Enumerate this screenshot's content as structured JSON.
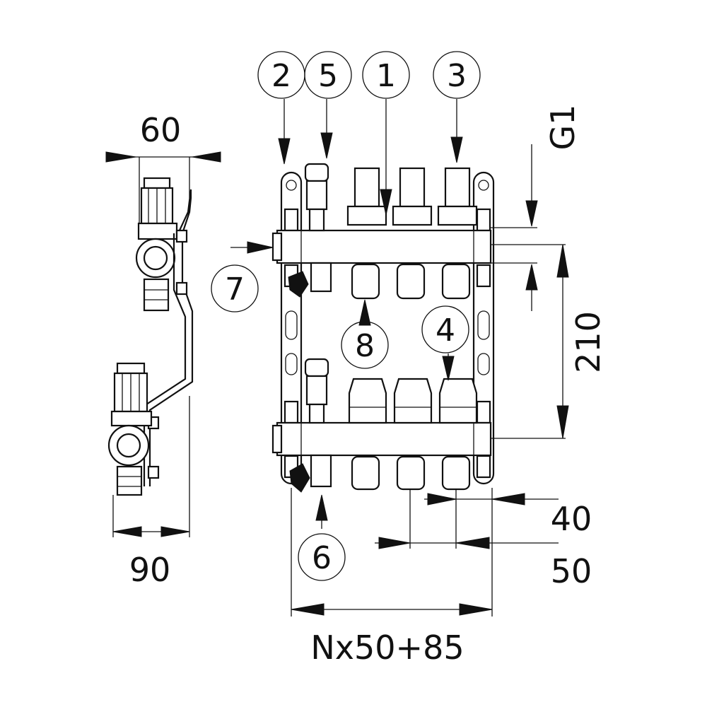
{
  "callouts": [
    "2",
    "5",
    "1",
    "3",
    "7",
    "8",
    "4",
    "6"
  ],
  "dimensions": {
    "side_width_top": "60",
    "side_width_bottom": "90",
    "thread": "G1",
    "bar_spacing": "210",
    "outlet_offset": "40",
    "outlet_pitch": "50",
    "overall_width": "Nx50+85"
  },
  "colors": {
    "line": "#111111",
    "background": "#ffffff"
  }
}
